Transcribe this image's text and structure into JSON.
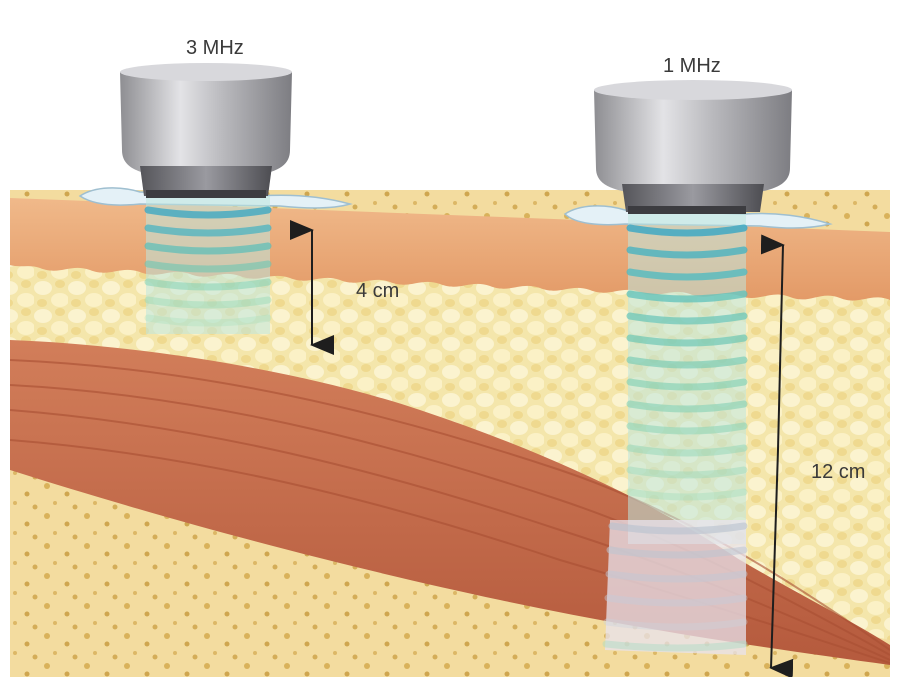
{
  "transducers": [
    {
      "label": "3 MHz",
      "depth_label": "4 cm"
    },
    {
      "label": "1 MHz",
      "depth_label": "12 cm"
    }
  ],
  "colors": {
    "skin": "#e9a777",
    "fat": "#f3e3a4",
    "muscle": "#c5694a",
    "bone": "#f2d69a",
    "beam": "#8fd3c9",
    "transducer_metal": "#a9a9ad"
  }
}
